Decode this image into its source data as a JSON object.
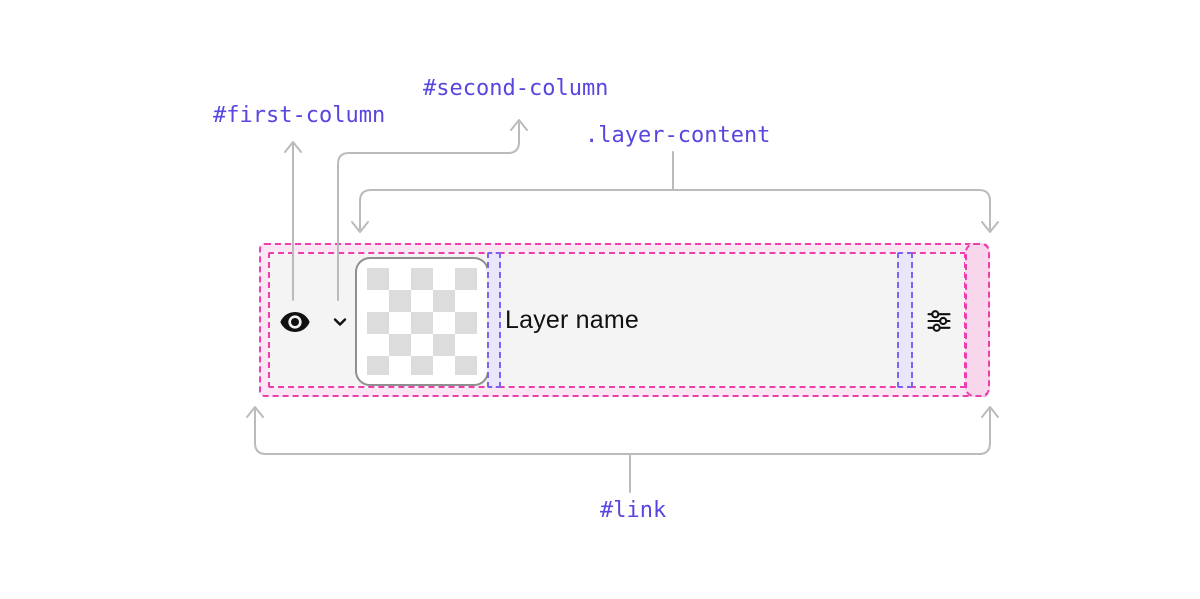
{
  "annotations": {
    "first_column": {
      "label": "#first-column"
    },
    "second_column": {
      "label": "#second-column"
    },
    "layer_content": {
      "label": ".layer-content"
    },
    "link": {
      "label": "#link"
    }
  },
  "layer_row": {
    "name": "Layer name",
    "icons": {
      "visibility": "eye-icon",
      "expand": "chevron-down-icon",
      "settings": "sliders-icon"
    }
  },
  "colors": {
    "magenta": "#ec3fae",
    "band_pink": "#fbe7f4",
    "strip_pink": "#f8d7ed",
    "row_gray": "#f4f4f4",
    "violet": "#5746e0",
    "violet_border": "#7c63f2",
    "violet_fill": "#e9e6fa",
    "arrow_gray": "#bbbbbb",
    "checker_gray": "#dcdcdc",
    "thumb_border": "#8f8f8f",
    "ink": "#111111"
  }
}
